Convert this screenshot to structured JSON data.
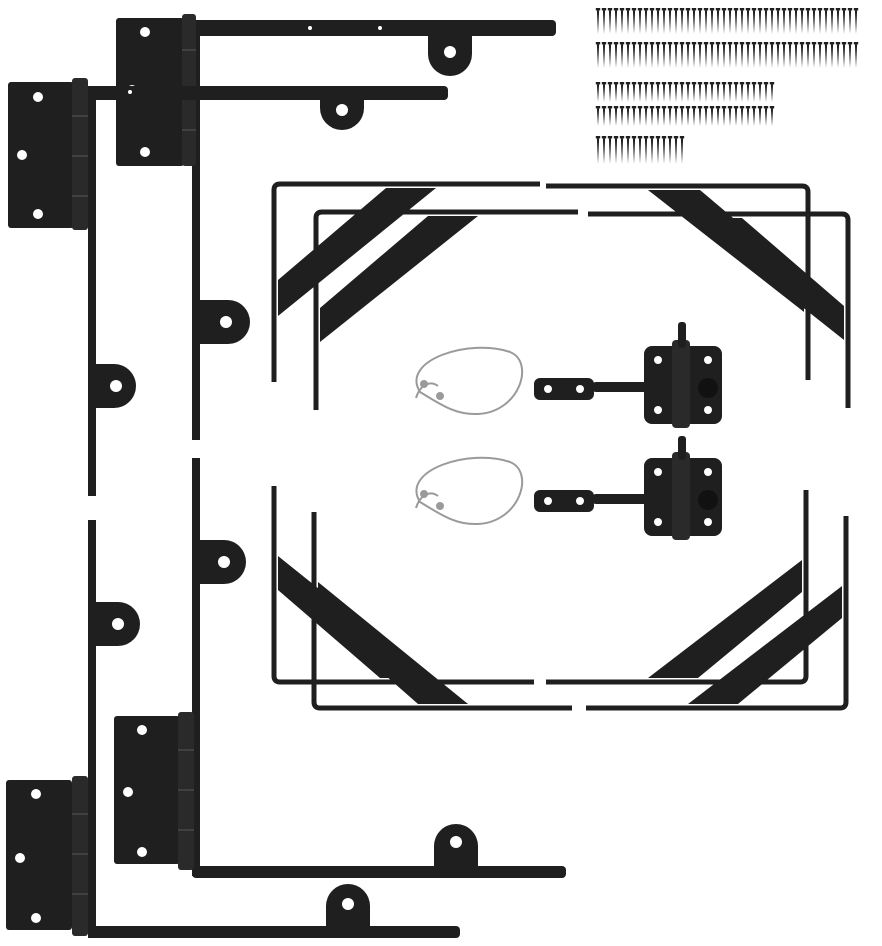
{
  "scene": {
    "description_visible_text": "",
    "colors": {
      "background": "#ffffff",
      "hardware": "#1f1f1f",
      "hardware_edge": "#0d0d0d",
      "hole": "#ffffff",
      "cable": "#9a9a9a"
    },
    "icons": {
      "hinge": "gate-hinge-icon",
      "corner_brace": "corner-brace-icon",
      "latch": "gate-latch-icon",
      "lanyard": "cable-lanyard-icon",
      "screw": "screw-icon"
    },
    "counts": {
      "hinges": 4,
      "corner_braces": 8,
      "latches": 2,
      "lanyards": 2
    }
  }
}
